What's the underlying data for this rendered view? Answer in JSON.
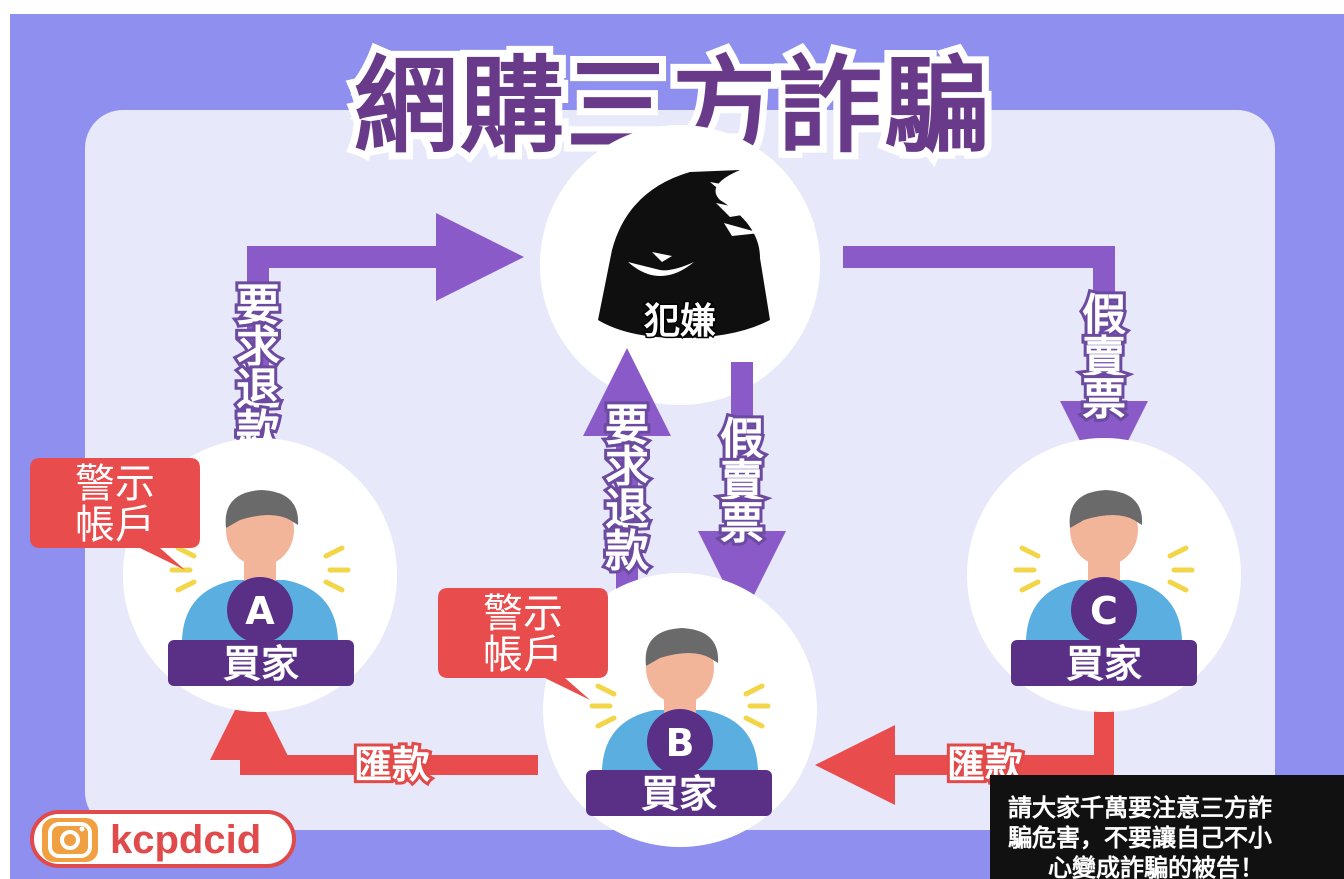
{
  "title": "網購三方詐騙",
  "suspect": {
    "label": "犯嫌"
  },
  "labels": {
    "request_refund_left": [
      "要",
      "求",
      "退",
      "款"
    ],
    "request_refund_center": [
      "要",
      "求",
      "退",
      "款"
    ],
    "fake_ticket_center": [
      "假",
      "賣",
      "票"
    ],
    "fake_ticket_right": [
      "假",
      "賣",
      "票"
    ],
    "remit_left": "匯款",
    "remit_right": "匯款"
  },
  "buyers": [
    {
      "letter": "A",
      "label": "買家",
      "warning": [
        "警示",
        "帳戶"
      ]
    },
    {
      "letter": "B",
      "label": "買家",
      "warning": [
        "警示",
        "帳戶"
      ]
    },
    {
      "letter": "C",
      "label": "買家"
    }
  ],
  "handle": "kcpdcid",
  "caption": [
    "請大家千萬要注意三方詐",
    "騙危害，不要讓自己不小",
    "心變成詐騙的被告！"
  ],
  "colors": {
    "background": "#8f8ff0",
    "panel": "#e8e8fb",
    "purple": "#7a55b8",
    "dark_purple": "#5a2f86",
    "red": "#e84c4c",
    "blue_shirt": "#5aaee0",
    "hair": "#6a6a6a",
    "skin": "#f2b59a"
  }
}
